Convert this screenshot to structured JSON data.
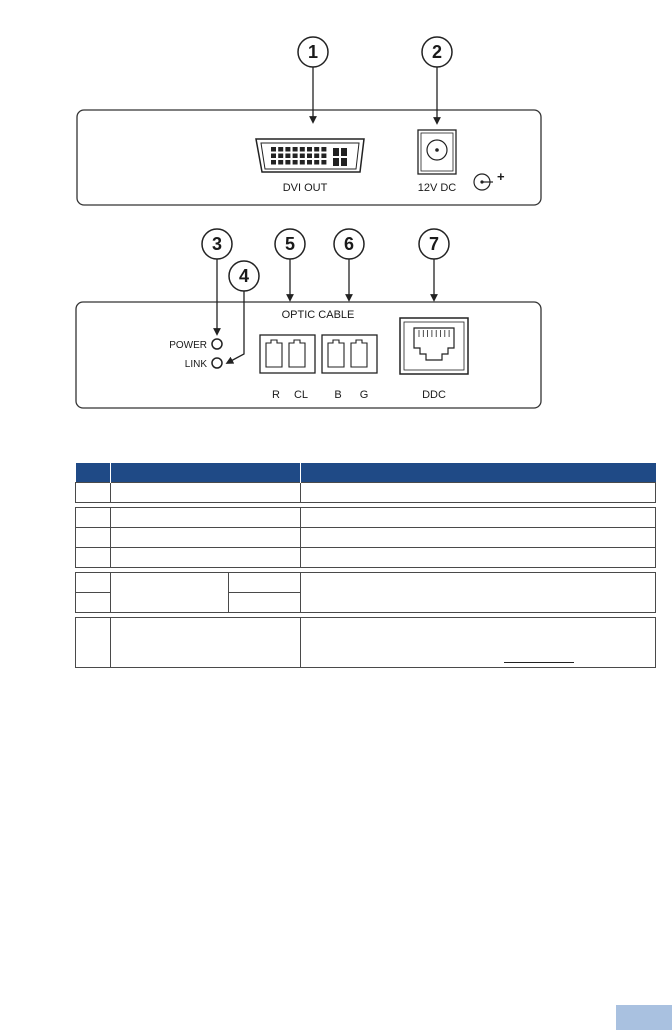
{
  "callouts": [
    "1",
    "2",
    "3",
    "4",
    "5",
    "6",
    "7"
  ],
  "top_panel": {
    "dvi_label": "DVI OUT",
    "dc_label": "12V DC",
    "polarity_plus": "+"
  },
  "bottom_panel": {
    "optic_label": "OPTIC CABLE",
    "power_label": "POWER",
    "link_label": "LINK",
    "port_r": "R",
    "port_cl": "CL",
    "port_b": "B",
    "port_g": "G",
    "ddc_label": "DDC"
  },
  "colors": {
    "table_header": "#1f4a86",
    "page_tab": "#a9c1e0",
    "panel_stroke": "#333333"
  }
}
